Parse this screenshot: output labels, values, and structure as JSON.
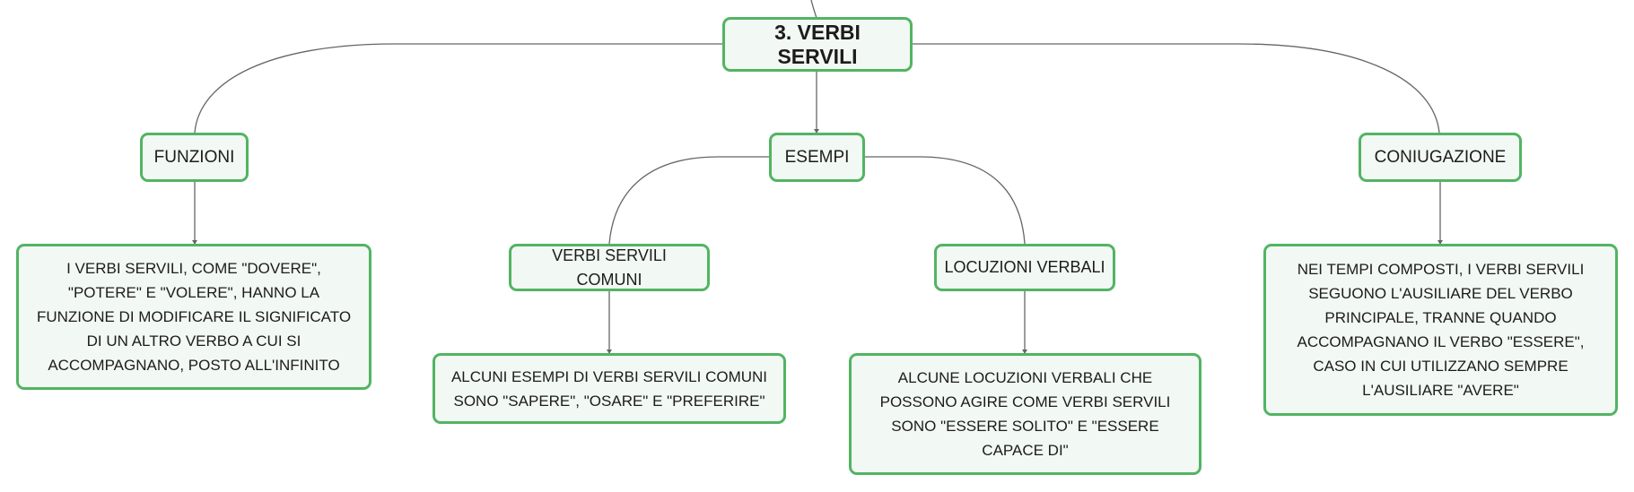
{
  "colors": {
    "border": "#52b463",
    "fill": "#f2f8f3",
    "connector": "#666666",
    "text": "#1c1c1c"
  },
  "diagram": {
    "central": "3. VERBI SERVILI",
    "funzioni": {
      "label": "FUNZIONI",
      "text": "I VERBI SERVILI, COME \"DOVERE\", \"POTERE\" E \"VOLERE\", HANNO LA FUNZIONE DI MODIFICARE IL SIGNIFICATO DI UN ALTRO VERBO A CUI SI ACCOMPAGNANO, POSTO ALL'INFINITO"
    },
    "esempi": {
      "label": "ESEMPI",
      "comuni": {
        "label": "VERBI SERVILI COMUNI",
        "text": "ALCUNI ESEMPI DI VERBI SERVILI COMUNI SONO \"SAPERE\", \"OSARE\" E \"PREFERIRE\""
      },
      "locuzioni": {
        "label": "LOCUZIONI VERBALI",
        "text": "ALCUNE LOCUZIONI VERBALI CHE POSSONO AGIRE COME VERBI SERVILI SONO \"ESSERE SOLITO\" E \"ESSERE CAPACE DI\""
      }
    },
    "coniugazione": {
      "label": "CONIUGAZIONE",
      "text": "NEI TEMPI COMPOSTI, I VERBI SERVILI SEGUONO L'AUSILIARE DEL VERBO PRINCIPALE, TRANNE QUANDO ACCOMPAGNANO IL VERBO \"ESSERE\", CASO IN CUI UTILIZZANO SEMPRE L'AUSILIARE \"AVERE\""
    }
  }
}
